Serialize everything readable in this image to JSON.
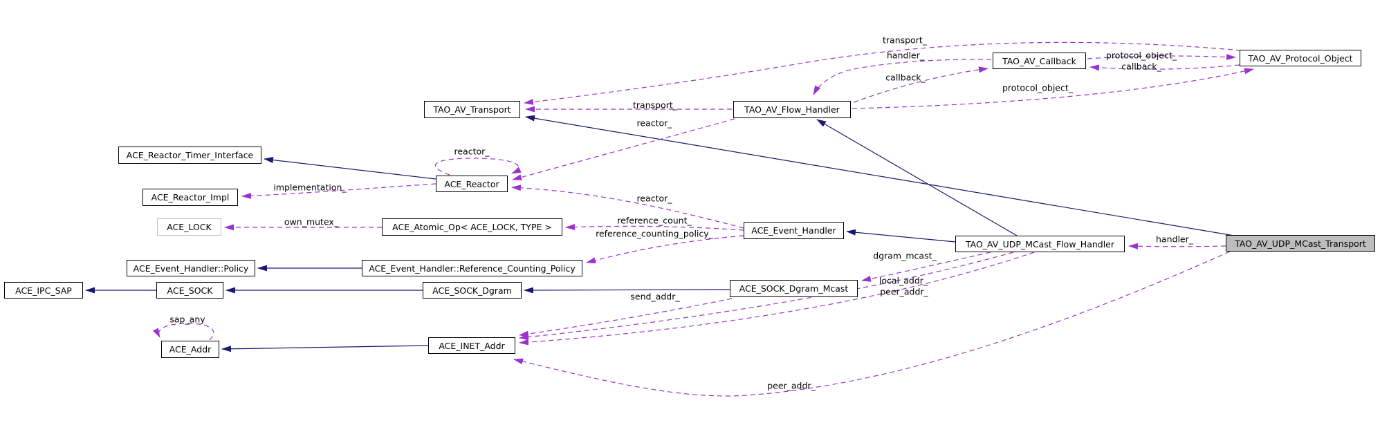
{
  "diagram": {
    "type": "collaboration-graph",
    "selected_node": "TAO_AV_UDP_MCast_Transport",
    "colors": {
      "usage_edge": "#9a32cd",
      "inheritance_edge": "#191970",
      "node_border": "#000000",
      "node_fill": "#ffffff",
      "selected_node_fill": "#bdbdbd",
      "template_node_border": "#c0c0c0",
      "background": "#ffffff"
    }
  },
  "nodes": {
    "tao_av_callback": {
      "label": "TAO_AV_Callback"
    },
    "tao_av_protocol_object": {
      "label": "TAO_AV_Protocol_Object"
    },
    "tao_av_transport": {
      "label": "TAO_AV_Transport"
    },
    "tao_av_flow_handler": {
      "label": "TAO_AV_Flow_Handler"
    },
    "ace_reactor_timer_interface": {
      "label": "ACE_Reactor_Timer_Interface"
    },
    "ace_reactor_impl": {
      "label": "ACE_Reactor_Impl"
    },
    "ace_reactor": {
      "label": "ACE_Reactor"
    },
    "ace_lock": {
      "label": "ACE_LOCK"
    },
    "ace_atomic_op": {
      "label": "ACE_Atomic_Op< ACE_LOCK, TYPE >"
    },
    "ace_event_handler": {
      "label": "ACE_Event_Handler"
    },
    "ace_event_handler_policy": {
      "label": "ACE_Event_Handler::Policy"
    },
    "ace_event_handler_rcp": {
      "label": "ACE_Event_Handler::Reference_Counting_Policy"
    },
    "ace_ipc_sap": {
      "label": "ACE_IPC_SAP"
    },
    "ace_sock": {
      "label": "ACE_SOCK"
    },
    "ace_sock_dgram": {
      "label": "ACE_SOCK_Dgram"
    },
    "ace_sock_dgram_mcast": {
      "label": "ACE_SOCK_Dgram_Mcast"
    },
    "ace_addr": {
      "label": "ACE_Addr"
    },
    "ace_inet_addr": {
      "label": "ACE_INET_Addr"
    },
    "tao_av_udp_mcast_flow_handler": {
      "label": "TAO_AV_UDP_MCast_Flow_Handler"
    },
    "tao_av_udp_mcast_transport": {
      "label": "TAO_AV_UDP_MCast_Transport"
    }
  },
  "edge_labels": {
    "transport_top": {
      "text": "transport_"
    },
    "handler_top": {
      "text": "handler_"
    },
    "callback_top": {
      "text": "callback_"
    },
    "protocol_object_between": {
      "text": "protocol_object_"
    },
    "callback_between": {
      "text": "callback_"
    },
    "protocol_object_low": {
      "text": "protocol_object_"
    },
    "transport_mid": {
      "text": "transport_"
    },
    "reactor_flow": {
      "text": "reactor_"
    },
    "reactor_self": {
      "text": "reactor_"
    },
    "implementation": {
      "text": "implementation_"
    },
    "reactor_event": {
      "text": "reactor_"
    },
    "own_mutex": {
      "text": "own_mutex_"
    },
    "reference_count": {
      "text": "reference_count_"
    },
    "reference_counting_policy": {
      "text": "reference_counting_policy_"
    },
    "dgram_mcast": {
      "text": "dgram_mcast_"
    },
    "local_addr": {
      "text": "local_addr_"
    },
    "peer_addr_mid": {
      "text": "peer_addr_"
    },
    "send_addr": {
      "text": "send_addr_"
    },
    "sap_any": {
      "text": "sap_any"
    },
    "peer_addr_bottom": {
      "text": "peer_addr_"
    },
    "handler_right": {
      "text": "handler_"
    }
  }
}
